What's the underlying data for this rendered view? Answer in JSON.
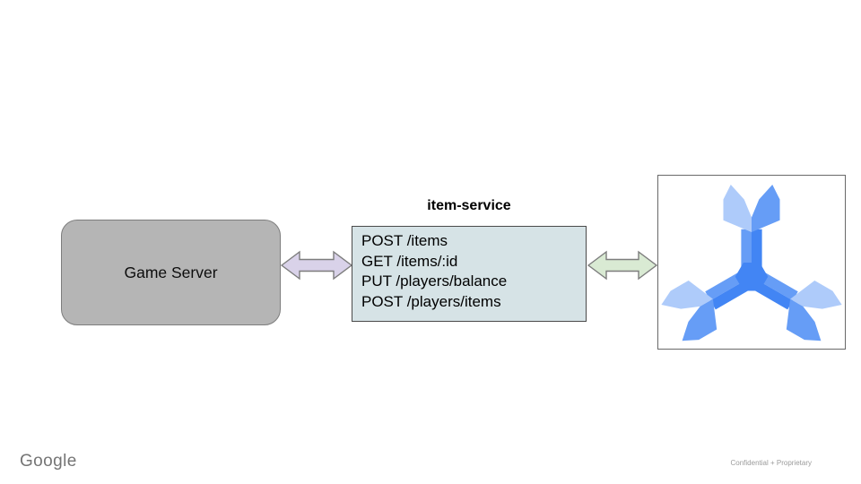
{
  "footer": {
    "brand": "Google",
    "note": "Confidential + Proprietary"
  },
  "diagram": {
    "game_server": {
      "label": "Game Server",
      "fill": "#b5b5b5"
    },
    "item_service": {
      "title": "item-service",
      "endpoints": [
        "POST /items",
        "GET /items/:id",
        "PUT /players/balance",
        "POST /players/items"
      ],
      "fill": "#d6e3e6"
    },
    "connector_left": {
      "fill": "#d9d2e9",
      "stroke": "#7d7d7d"
    },
    "connector_right": {
      "fill": "#d9ead3",
      "stroke": "#7d7d7d"
    },
    "database": {
      "icon": "cloud-spanner-icon",
      "colors": {
        "light": "#aecbfa",
        "medium": "#669df6",
        "dark": "#4285f4"
      }
    }
  }
}
